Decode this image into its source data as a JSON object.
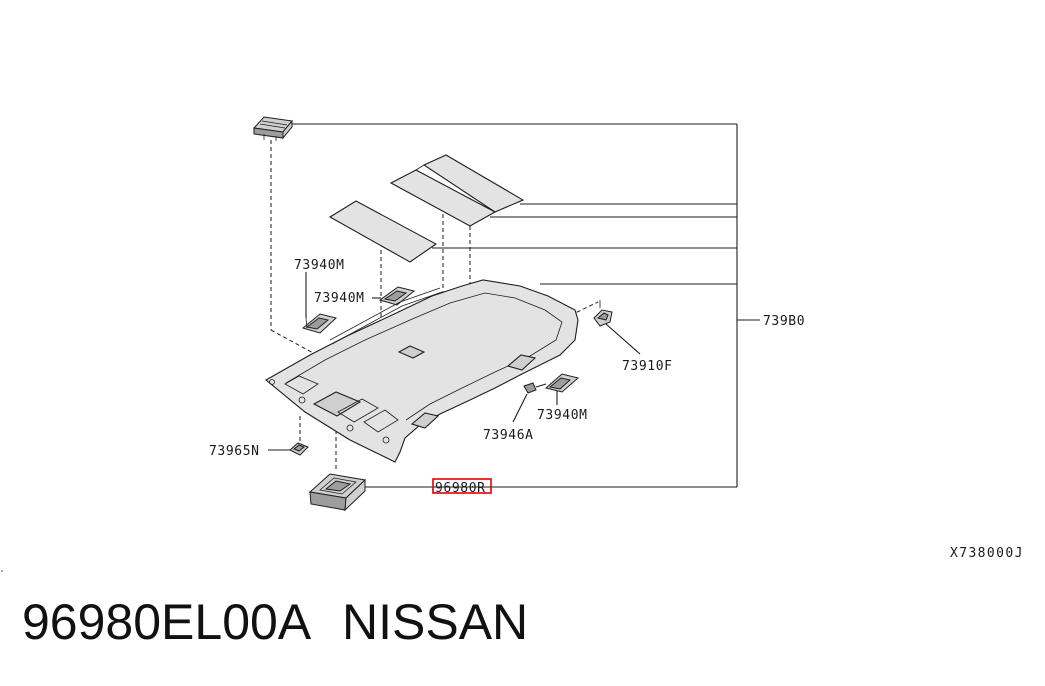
{
  "diagram": {
    "labels": {
      "grip_rear_left": "73940M",
      "grip_front_left": "73940M",
      "grip_right": "73940M",
      "clip": "73910F",
      "screw": "73946A",
      "bracket": "73965N",
      "lamp": "96980R",
      "headlining_assy": "739B0"
    },
    "diagram_code": "X738000J",
    "highlight_color": "#e00000"
  },
  "footer": {
    "part_number": "96980EL00A",
    "brand": "NISSAN"
  }
}
